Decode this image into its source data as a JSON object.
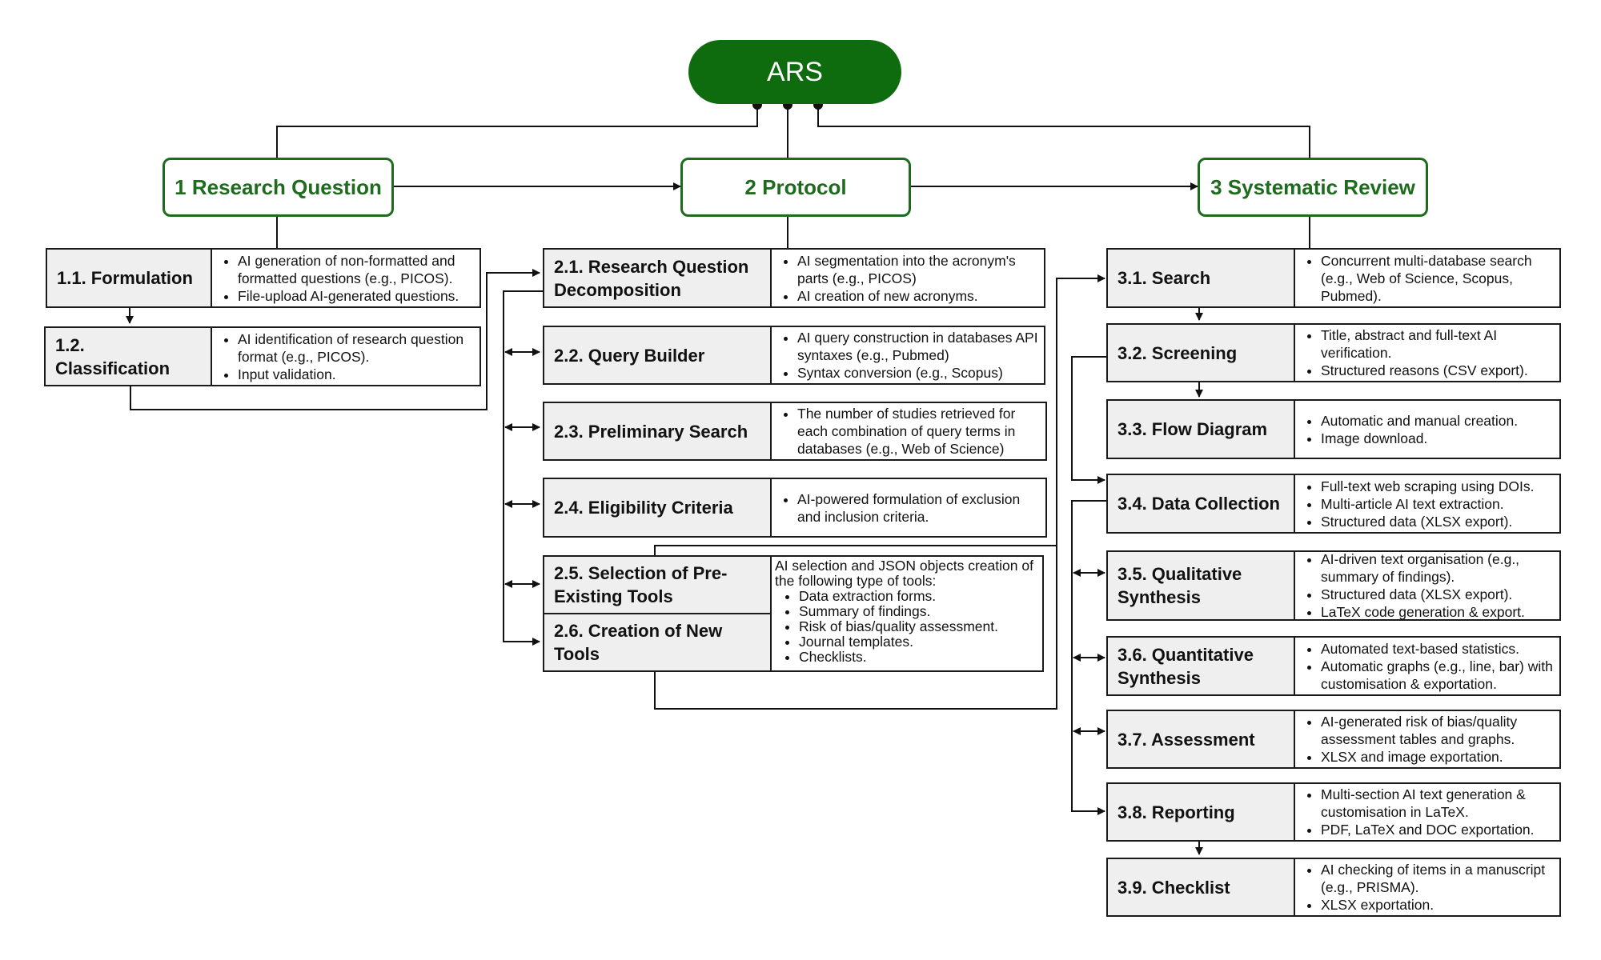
{
  "root": {
    "label": "ARS"
  },
  "phases": [
    {
      "label": "1 Research Question"
    },
    {
      "label": "2 Protocol"
    },
    {
      "label": "3 Systematic Review"
    }
  ],
  "research_question": [
    {
      "label": "1.1. Formulation",
      "bullets": [
        "AI generation of non-formatted and formatted questions (e.g., PICOS).",
        "File-upload AI-generated questions."
      ]
    },
    {
      "label": "1.2. Classification",
      "bullets": [
        "AI identification of research question format (e.g., PICOS).",
        "Input validation."
      ]
    }
  ],
  "protocol": [
    {
      "label": "2.1. Research Question Decomposition",
      "bullets": [
        "AI segmentation into the acronym's parts (e.g., PICOS)",
        "AI creation of new acronyms."
      ]
    },
    {
      "label": "2.2. Query Builder",
      "bullets": [
        "AI query construction in databases API syntaxes (e.g., Pubmed)",
        "Syntax conversion (e.g., Scopus)"
      ]
    },
    {
      "label": "2.3. Preliminary Search",
      "bullets": [
        "The number of studies retrieved for each combination of query terms in databases (e.g., Web of Science)"
      ]
    },
    {
      "label": "2.4. Eligibility Criteria",
      "bullets": [
        "AI-powered formulation of exclusion and inclusion criteria."
      ]
    }
  ],
  "tools": {
    "labels": [
      "2.5. Selection of Pre-Existing Tools",
      "2.6. Creation of New Tools"
    ],
    "intro": "AI selection and JSON objects creation of the following type of tools:",
    "bullets": [
      "Data extraction forms.",
      "Summary of findings.",
      "Risk of bias/quality assessment.",
      "Journal templates.",
      "Checklists."
    ]
  },
  "systematic_review": [
    {
      "label": "3.1. Search",
      "bullets": [
        "Concurrent multi-database search (e.g., Web of Science, Scopus, Pubmed)."
      ]
    },
    {
      "label": "3.2. Screening",
      "bullets": [
        "Title, abstract and full-text AI verification.",
        "Structured reasons (CSV export)."
      ]
    },
    {
      "label": "3.3. Flow Diagram",
      "bullets": [
        "Automatic and manual creation.",
        "Image download."
      ]
    },
    {
      "label": "3.4. Data Collection",
      "bullets": [
        "Full-text web scraping using DOIs.",
        "Multi-article AI text extraction.",
        "Structured data (XLSX export)."
      ]
    },
    {
      "label": "3.5. Qualitative Synthesis",
      "bullets": [
        "AI-driven text organisation (e.g., summary of findings).",
        "Structured data (XLSX export).",
        "LaTeX code generation & export."
      ]
    },
    {
      "label": "3.6. Quantitative Synthesis",
      "bullets": [
        "Automated text-based statistics.",
        "Automatic graphs (e.g., line, bar) with customisation & exportation."
      ]
    },
    {
      "label": "3.7. Assessment",
      "bullets": [
        "AI-generated risk of bias/quality assessment tables and graphs.",
        "XLSX and image exportation."
      ]
    },
    {
      "label": "3.8. Reporting",
      "bullets": [
        "Multi-section AI text generation & customisation in LaTeX.",
        "PDF, LaTeX and DOC exportation."
      ]
    },
    {
      "label": "3.9. Checklist",
      "bullets": [
        "AI checking of items in a manuscript (e.g., PRISMA).",
        "XLSX exportation."
      ]
    }
  ]
}
